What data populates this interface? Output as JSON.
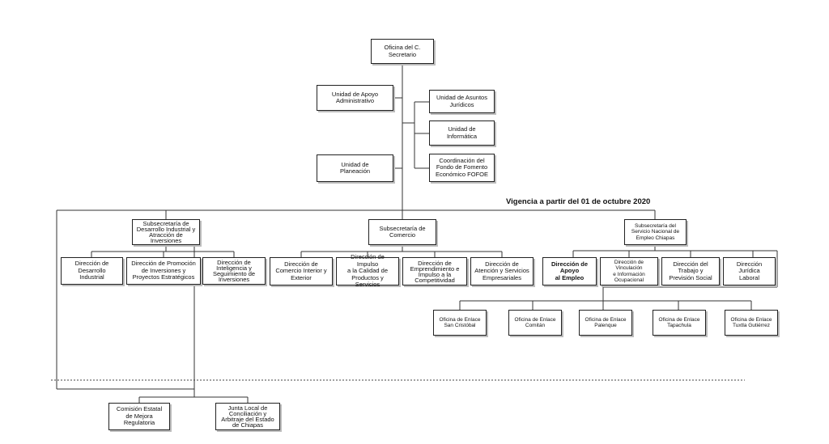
{
  "vigencia": "Vigencia a partir del 01 de octubre 2020",
  "nodes": {
    "secretario": "Oficina del C.\nSecretario",
    "apoyo_admin": "Unidad de Apoyo\nAdministrativo",
    "planeacion": "Unidad de\nPlaneación",
    "juridicos": "Unidad de Asuntos\nJurídicos",
    "informatica": "Unidad de\nInformática",
    "fofoe": "Coordinación del\nFondo de Fomento\nEconómico FOFOE",
    "sub_desarrollo": "Subsecretaría de\nDesarrollo Industrial y\nAtracción de\nInversiones",
    "sub_comercio": "Subsecretaría de\nComercio",
    "sub_empleo": "Subsecretaría del\nServicio Nacional de\nEmpleo Chiapas",
    "dir_desarrollo_ind": "Dirección de\nDesarrollo\nIndustrial",
    "dir_promocion": "Dirección de Promoción\nde Inversiones y\nProyectos Estratégicos",
    "dir_inteligencia": "Dirección de\nInteligencia y\nSeguimiento de\nInversiones",
    "dir_comercio_int": "Dirección de\nComercio Interior y\nExterior",
    "dir_calidad": "Dirección de Impulso\na la Calidad de\nProductos y Servicios",
    "dir_emprendimiento": "Dirección de\nEmprendimiento e\nImpulso a la\nCompetitividad",
    "dir_atencion": "Dirección de\nAtención y Servicios\nEmpresariales",
    "dir_apoyo_empleo": "Dirección de\nApoyo\nal Empleo",
    "dir_vinculacion": "Dirección de\nVinculación\ne Información\nOcupacional",
    "dir_trabajo": "Dirección del\nTrabajo y\nPrevisión Social",
    "dir_juridica": "Dirección\nJurídica\nLaboral",
    "of_san_cristobal": "Oficina de Enlace\nSan Cristóbal",
    "of_comitan": "Oficina de Enlace\nComitán",
    "of_palenque": "Oficina de Enlace\nPalenque",
    "of_tapachula": "Oficina de Enlace\nTapachula",
    "of_tuxtla": "Oficina de Enlace\nTuxtla Gutiérrez",
    "comision_mejora": "Comisión Estatal\nde Mejora\nRegulatoria",
    "junta_local": "Junta Local de\nConciliación y\nArbitraje del Estado\nde Chiapas"
  }
}
